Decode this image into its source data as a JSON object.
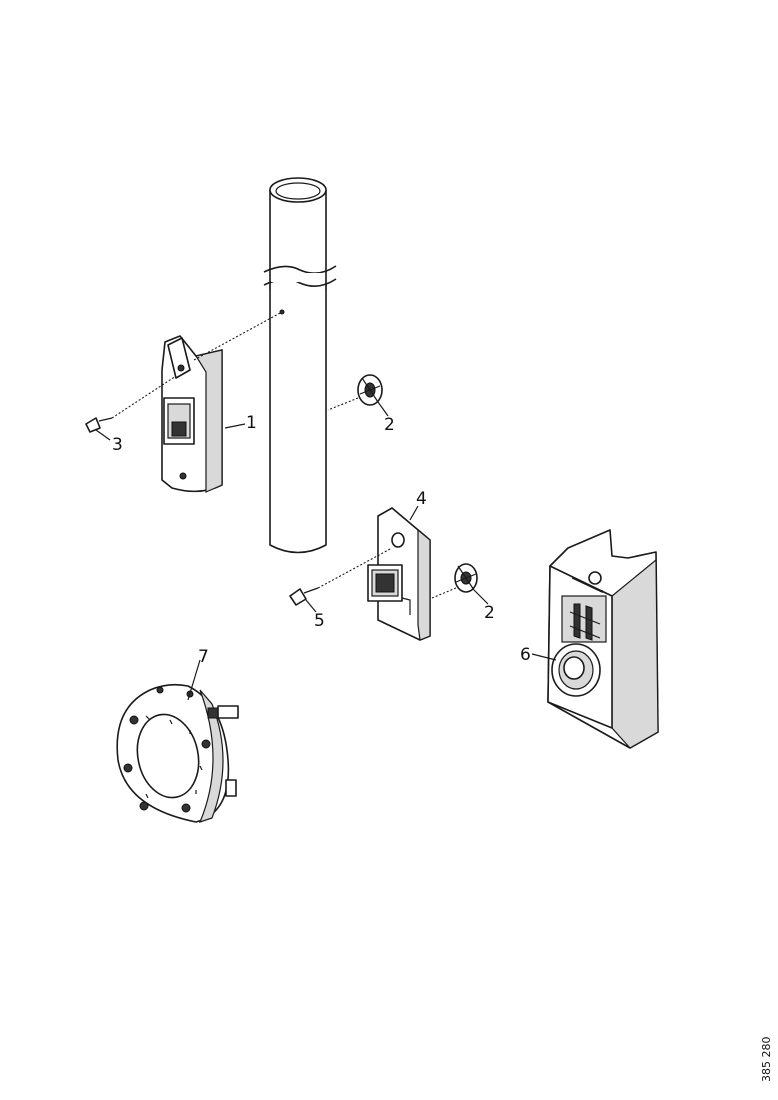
{
  "callouts": {
    "c1": "1",
    "c2a": "2",
    "c2b": "2",
    "c3": "3",
    "c4": "4",
    "c5": "5",
    "c6": "6",
    "c7": "7"
  },
  "document_number": "385 280"
}
